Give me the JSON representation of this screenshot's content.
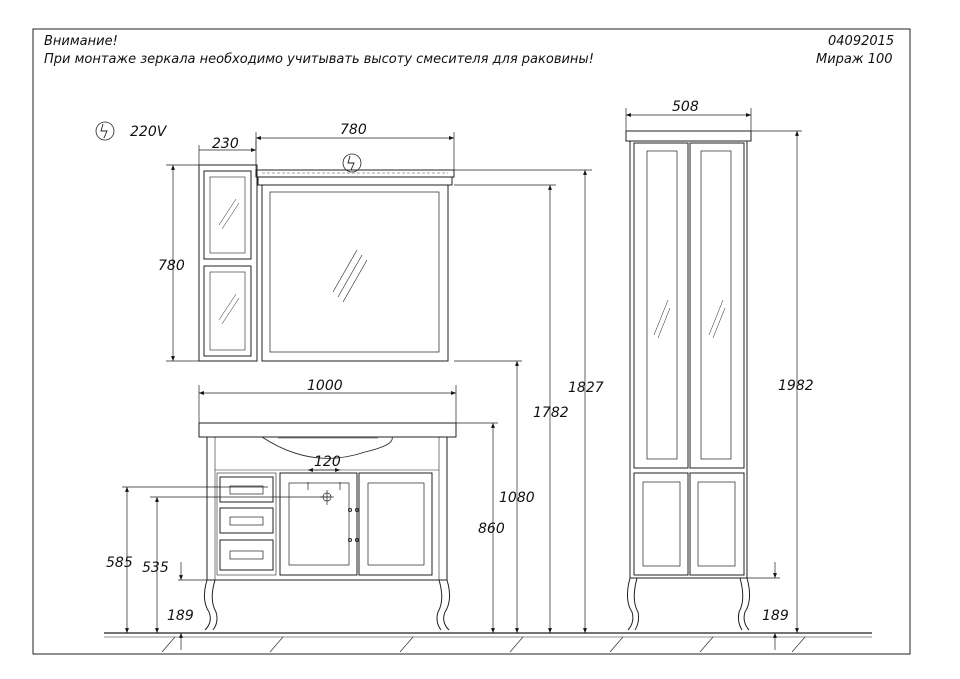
{
  "notes": {
    "warning_title": "Внимание!",
    "warning_text": "При монтаже зеркала необходимо учитывать высоту смесителя для раковины!",
    "doc_code": "04092015",
    "model": "Мираж  100"
  },
  "power": {
    "label": "220V",
    "icon": "electric-bolt-icon"
  },
  "dimensions": {
    "cabinet_width": "230",
    "mirror_width": "780",
    "mirror_height": "780",
    "vanity_width": "1000",
    "faucet_spacing": "120",
    "pencil_width": "508",
    "h_585": "585",
    "h_535": "535",
    "h_189_left": "189",
    "h_860": "860",
    "h_1080": "1080",
    "h_1782": "1782",
    "h_1827": "1827",
    "h_1982": "1982",
    "h_189_right": "189"
  }
}
